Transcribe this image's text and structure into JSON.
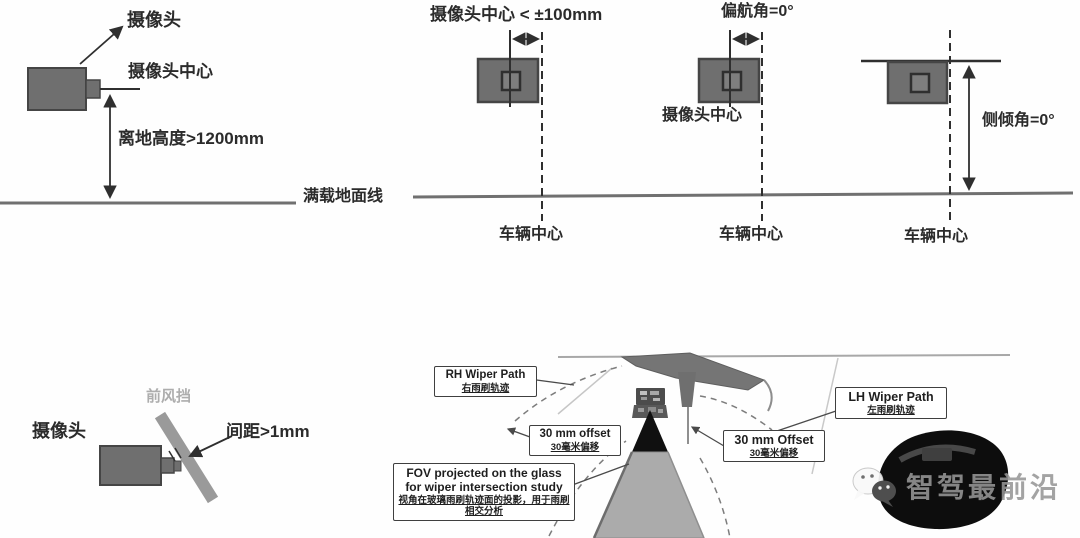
{
  "top_left": {
    "camera_label": "摄像头",
    "camera_center_label": "摄像头中心",
    "height_label": "离地高度>1200mm",
    "ground_label": "满载地面线"
  },
  "lateral_offset": {
    "title": "摄像头中心 < ±100mm",
    "vehicle_center_label": "车辆中心"
  },
  "yaw": {
    "title": "偏航角=0°",
    "camera_center_label": "摄像头中心",
    "vehicle_center_label": "车辆中心"
  },
  "roll": {
    "title": "侧倾角=0°",
    "vehicle_center_label": "车辆中心"
  },
  "windshield_detail": {
    "camera_label": "摄像头",
    "windshield_label": "前风挡",
    "gap_label": "间距>1mm"
  },
  "wiper_study": {
    "rh_wiper": {
      "en": "RH Wiper Path",
      "zh": "右雨刷轨迹"
    },
    "offset_left": {
      "en": "30 mm offset",
      "zh": "30毫米偏移"
    },
    "fov": {
      "en1": "FOV projected on the glass",
      "en2": "for wiper intersection study",
      "zh": "视角在玻璃雨刷轨迹面的投影，用于雨刷相交分析"
    },
    "offset_right": {
      "en": "30 mm Offset",
      "zh": "30毫米偏移"
    },
    "lh_wiper": {
      "en": "LH Wiper Path",
      "zh": "左雨刷轨迹"
    }
  },
  "watermark": {
    "text": "智驾最前沿"
  },
  "colors": {
    "camera_fill": "#6f6f6f",
    "camera_stroke": "#454545",
    "line": "#2f2f2f",
    "ground": "#707070",
    "windshield": "#9a9a9a",
    "fov_glass": "#ababab",
    "blob": "#0d0d0d",
    "watermark_gray": "#969696"
  }
}
